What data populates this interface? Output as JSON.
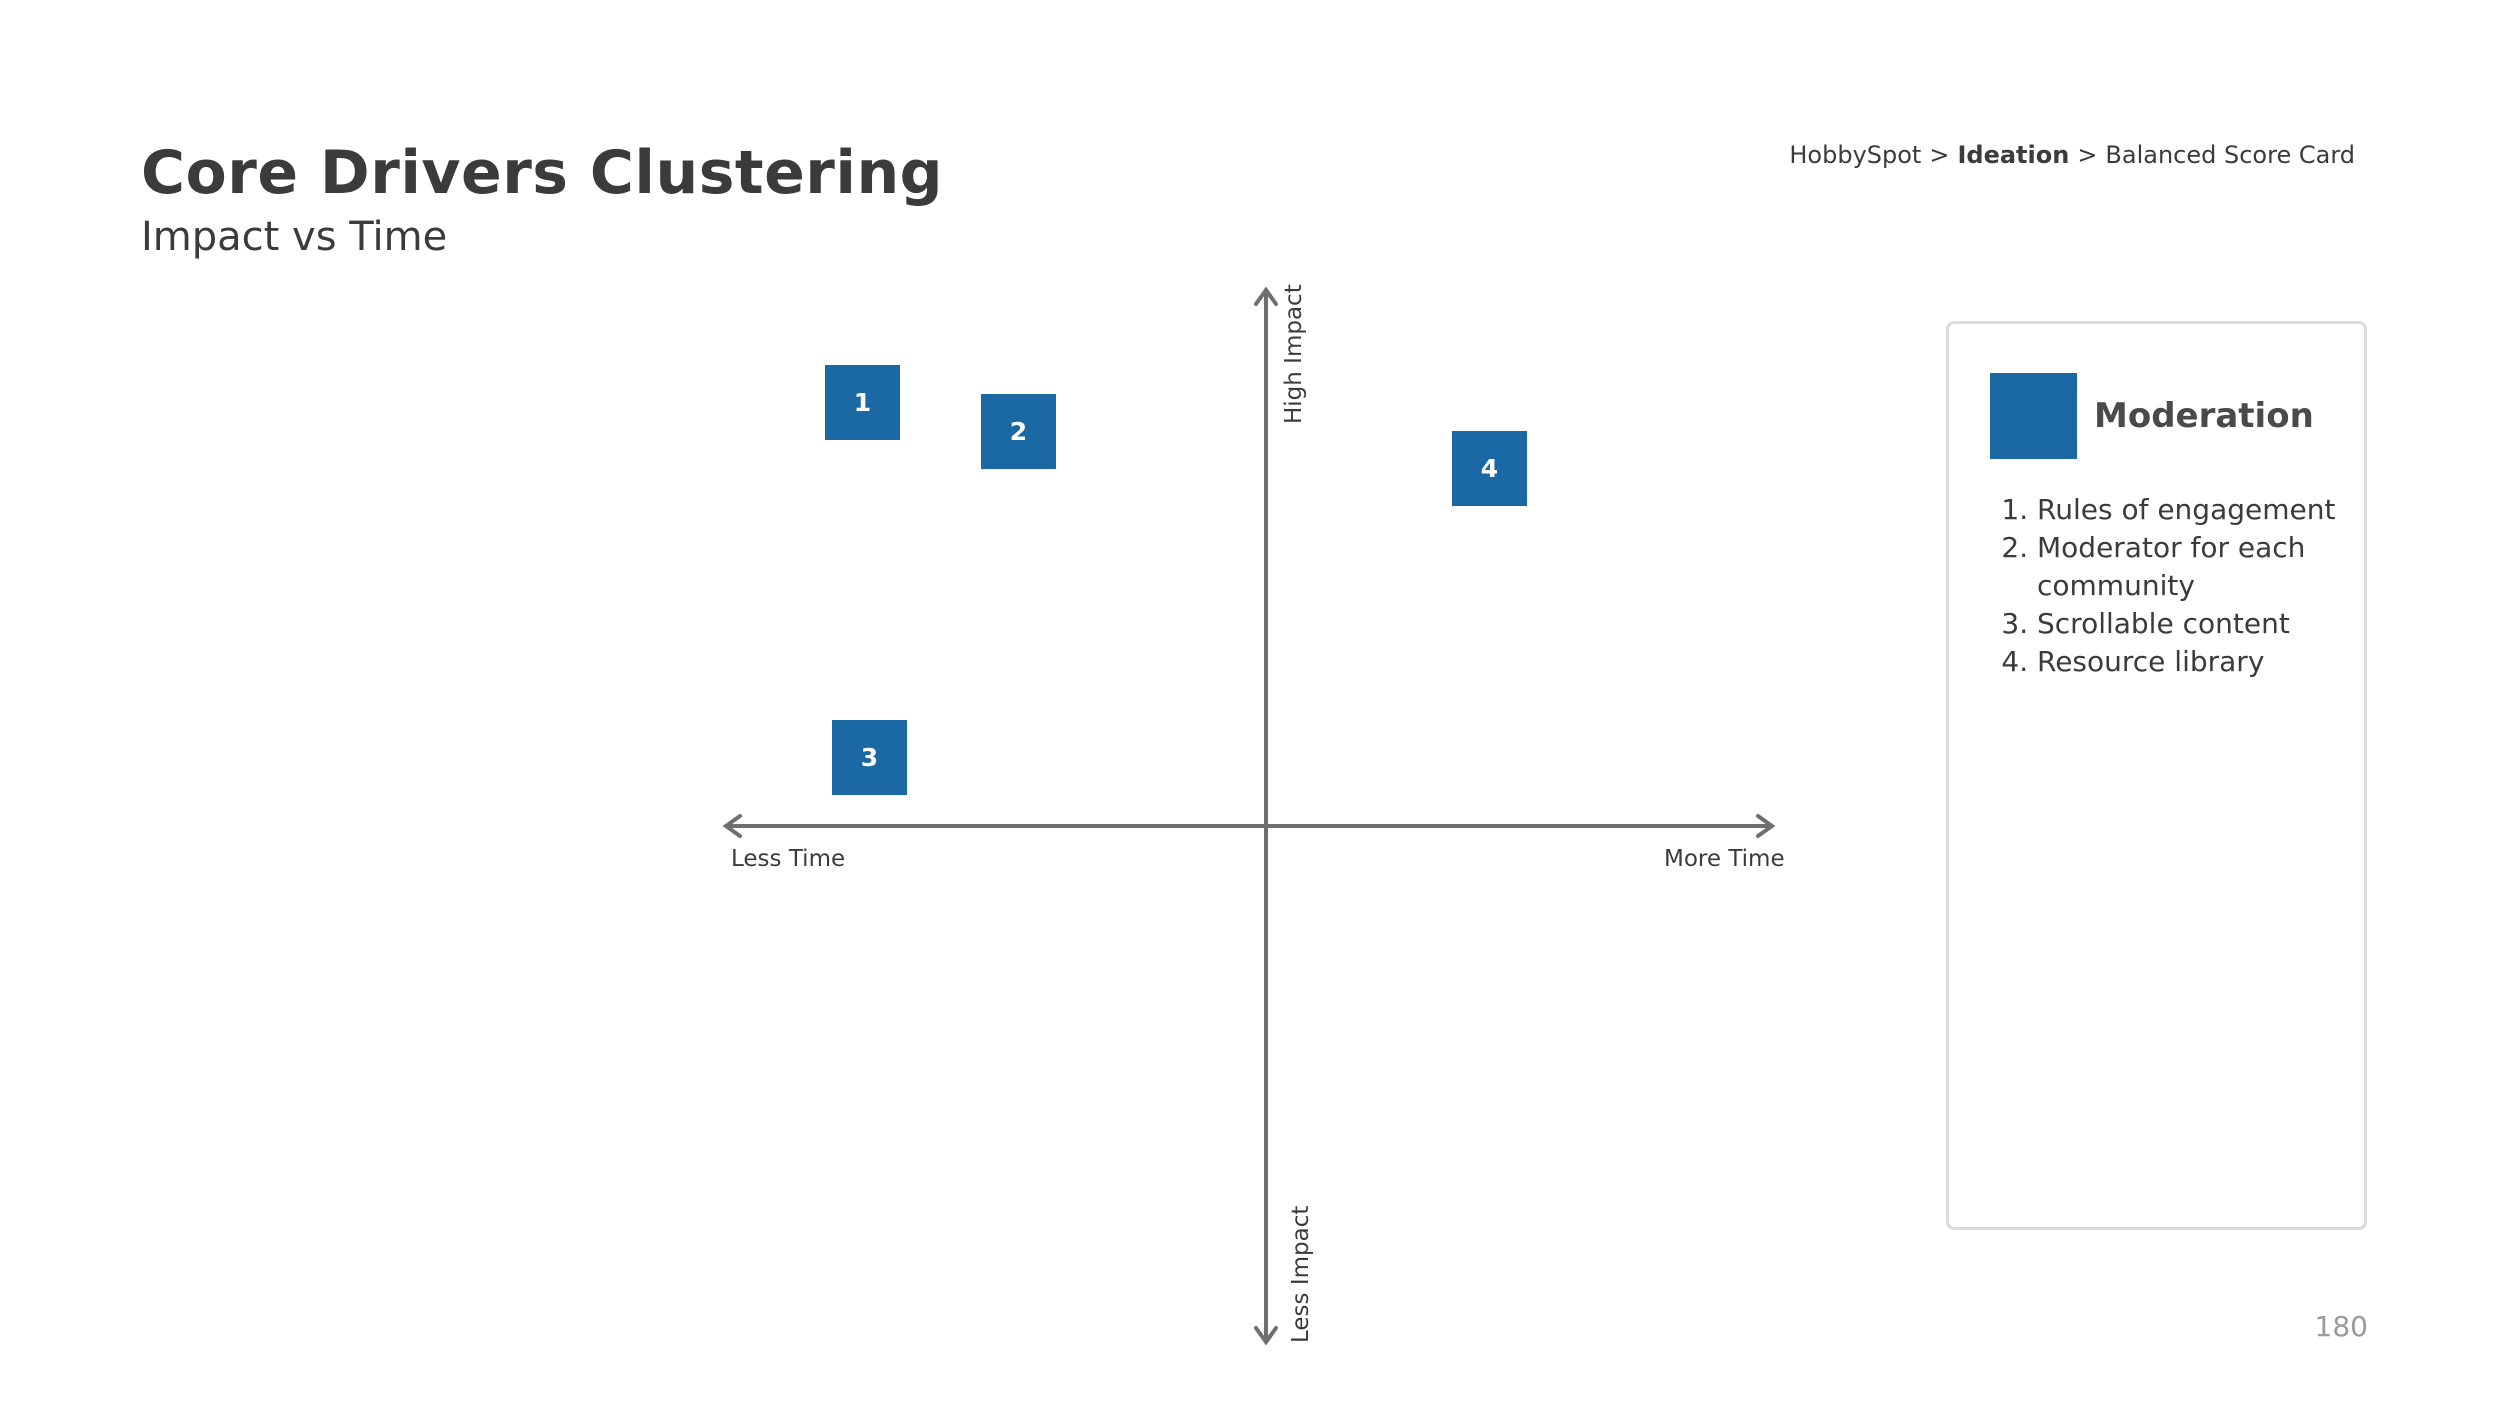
{
  "header": {
    "title": "Core Drivers Clustering",
    "subtitle": "Impact vs Time"
  },
  "breadcrumb": {
    "items": [
      "HobbySpot",
      "Ideation",
      "Balanced Score Card"
    ],
    "separator": ">"
  },
  "matrix": {
    "x_axis": {
      "left_label": "Less Time",
      "right_label": "More Time"
    },
    "y_axis": {
      "top_label": "High Impact",
      "bottom_label": "Less Impact"
    },
    "items": [
      {
        "label": "1"
      },
      {
        "label": "2"
      },
      {
        "label": "3"
      },
      {
        "label": "4"
      }
    ]
  },
  "legend": {
    "title": "Moderation",
    "items": [
      "Rules of engagement",
      "Moderator for each community",
      "Scrollable content",
      "Resource library"
    ]
  },
  "page_number": "180",
  "colors": {
    "accent": "#1b69a4",
    "axis": "#6f6f6f",
    "text": "#3b3b3b",
    "panel_border": "#dcdcdc"
  }
}
